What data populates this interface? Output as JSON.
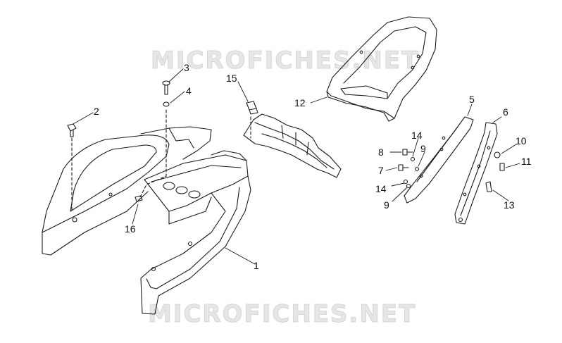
{
  "watermark_text": "MICROFICHES.NET",
  "callouts": {
    "c1": "1",
    "c2": "2",
    "c3": "3",
    "c4": "4",
    "c5": "5",
    "c6": "6",
    "c7": "7",
    "c8": "8",
    "c9a": "9",
    "c9b": "9",
    "c10": "10",
    "c11": "11",
    "c12": "12",
    "c13": "13",
    "c14a": "14",
    "c14b": "14",
    "c15": "15",
    "c16": "16"
  },
  "colors": {
    "line": "#1a1a1a",
    "watermark": "#e6e6e6"
  }
}
